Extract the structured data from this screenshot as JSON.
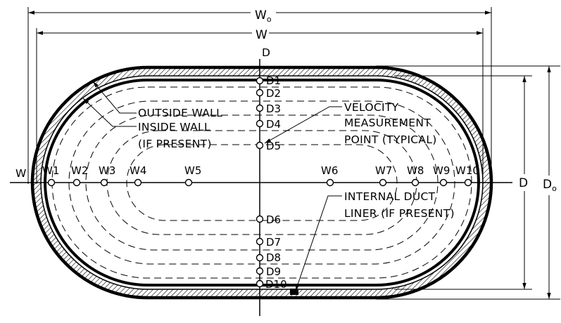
{
  "dimensions": {
    "outside_width": "W",
    "inside_width": "W",
    "outside_height": "D",
    "inside_height": "D",
    "width_axis": "W",
    "depth_axis": "D",
    "depth_axis_right": "D",
    "outside_subscript": "o"
  },
  "callouts": {
    "outside_wall": "OUTSIDE WALL",
    "inside_wall": "INSIDE WALL",
    "inside_wall_note": "(IF PRESENT)",
    "velocity_line1": "VELOCITY",
    "velocity_line2": "MEASUREMENT",
    "velocity_line3": "POINT (TYPICAL)",
    "liner_line1": "INTERNAL DUCT",
    "liner_line2": "LINER (IF PRESENT)"
  },
  "width_points": [
    "W1",
    "W2",
    "W3",
    "W4",
    "W5",
    "W6",
    "W7",
    "W8",
    "W9",
    "W10"
  ],
  "depth_points": [
    "D1",
    "D2",
    "D3",
    "D4",
    "D5",
    "D6",
    "D7",
    "D8",
    "D9",
    "D10"
  ],
  "colors": {
    "line": "#000000",
    "background": "#ffffff"
  }
}
